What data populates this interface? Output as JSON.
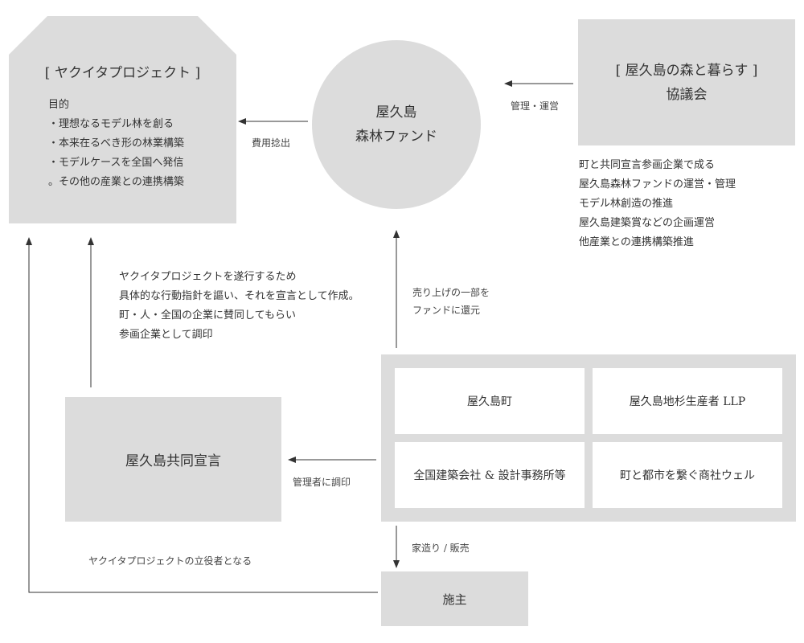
{
  "yakuita": {
    "title": "[ ヤクイタプロジェクト ]",
    "lines": [
      "目的",
      "・理想なるモデル林を創る",
      "・本来在るべき形の林業構築",
      "・モデルケースを全国へ発信",
      "。その他の産業との連携構築"
    ]
  },
  "fund": {
    "line1": "屋久島",
    "line2": "森林ファンド"
  },
  "council": {
    "title": "[ 屋久島の森と暮らす ]",
    "subtitle": "協議会",
    "lines": [
      "町と共同宣言参画企業で成る",
      "屋久島森林ファンドの運営・管理",
      "モデル林創造の推進",
      "屋久島建築賞などの企画運営",
      "他産業との連携構築推進"
    ]
  },
  "labels": {
    "management": "管理・運営",
    "funding": "費用捻出",
    "sales_return": [
      "売り上げの一部を",
      "ファンドに還元"
    ],
    "manager_seal": "管理者に調印",
    "house_sales": "家造り / 販売",
    "founder": "ヤクイタプロジェクトの立役者となる"
  },
  "declaration_note": [
    "ヤクイタプロジェクトを遂行するため",
    "具体的な行動指針を謳い、それを宣言として作成。",
    "町・人・全国の企業に賛同してもらい",
    "参画企業として調印"
  ],
  "declaration": {
    "title": "屋久島共同宣言"
  },
  "participants": [
    "屋久島町",
    "屋久島地杉生産者 LLP",
    "全国建築会社 & 設計事務所等",
    "町と都市を繋ぐ商社ウェル"
  ],
  "owner": {
    "title": "施主"
  },
  "colors": {
    "box": "#dcdcdc",
    "arrow": "#333333",
    "text": "#333333"
  }
}
